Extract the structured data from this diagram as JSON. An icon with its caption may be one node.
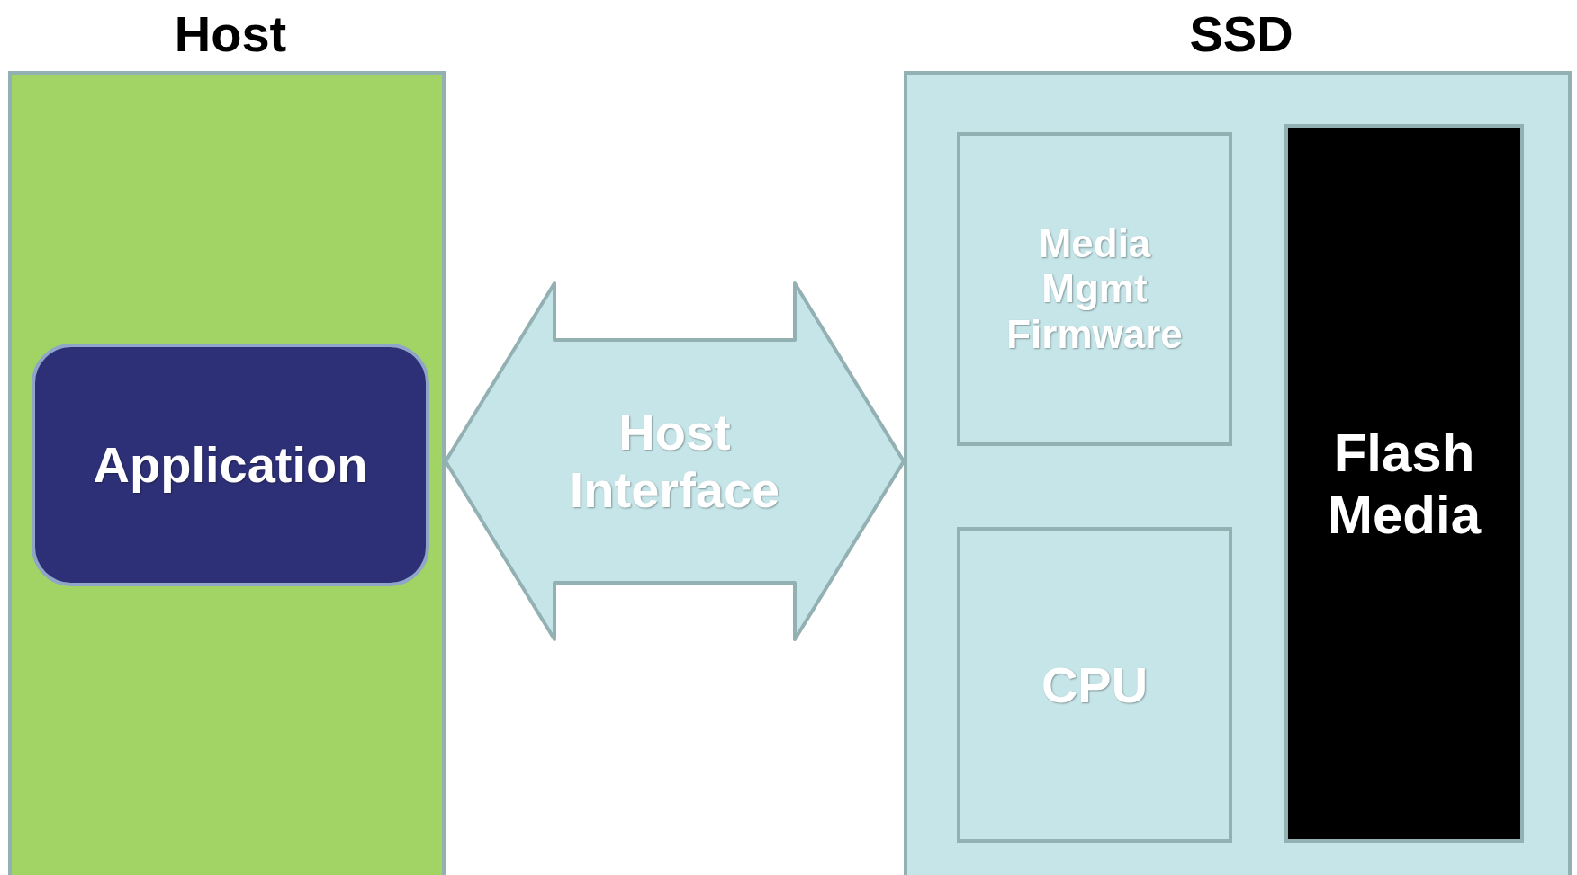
{
  "diagram": {
    "nodes": [
      {
        "text": [
          "Host"
        ]
      },
      {
        "text": [
          "Application"
        ],
        "in": 0
      },
      {
        "text": [
          "SSD"
        ]
      },
      {
        "text": [
          "Media Mgmt Firmware"
        ],
        "in": 2
      },
      {
        "text": [
          "CPU"
        ],
        "in": 2
      },
      {
        "text": [
          "Flash Media"
        ],
        "in": 2
      }
    ],
    "edges": [
      {
        "from": 0,
        "to": 2,
        "arrow": "both",
        "label": "Host Interface",
        "style": "thick"
      }
    ]
  }
}
